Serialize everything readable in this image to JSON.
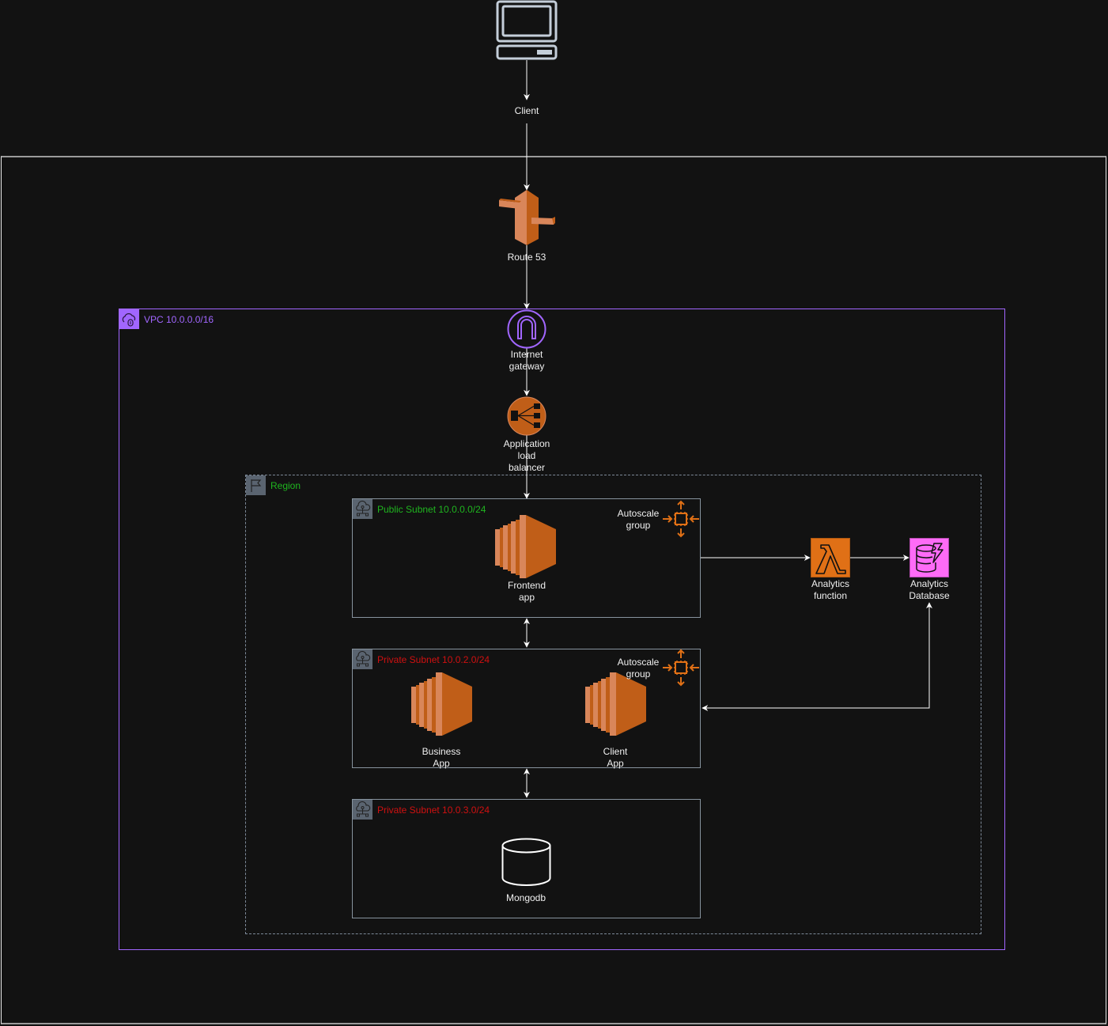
{
  "diagram": {
    "client": {
      "label": "Client",
      "icon": "desktop-computer-icon"
    },
    "route53": {
      "label": "Route 53",
      "icon": "route53-icon"
    },
    "vpc": {
      "title": "VPC 10.0.0.0/16",
      "color": "#a166ff"
    },
    "internet_gateway": {
      "label": "Internet\ngateway"
    },
    "load_balancer": {
      "label": "Application\nload\nbalancer"
    },
    "region": {
      "title": "Region",
      "color": "#1fb51f"
    },
    "subnets": [
      {
        "title": "Public Subnet 10.0.0.0/24",
        "color": "#1fb51f"
      },
      {
        "title": "Private Subnet 10.0.2.0/24",
        "color": "#d01010"
      },
      {
        "title": "Private Subnet 10.0.3.0/24",
        "color": "#d01010"
      }
    ],
    "frontend_app": {
      "label": "Frontend\napp"
    },
    "autoscale_public": {
      "label": "Autoscale\ngroup"
    },
    "autoscale_private": {
      "label": "Autoscale\ngroup"
    },
    "business_app": {
      "label": "Business\nApp"
    },
    "client_app": {
      "label": "Client\nApp"
    },
    "mongodb": {
      "label": "Mongodb"
    },
    "analytics_function": {
      "label": "Analytics\nfunction"
    },
    "analytics_database": {
      "label": "Analytics\nDatabase"
    },
    "colors": {
      "orange": "#e07016",
      "ec2_dark": "#c05e18",
      "ec2_light": "#d9865a",
      "lambda_bg": "#e07016",
      "dynamo_bg": "#ff6bf7",
      "arrow": "#ffffff"
    }
  }
}
